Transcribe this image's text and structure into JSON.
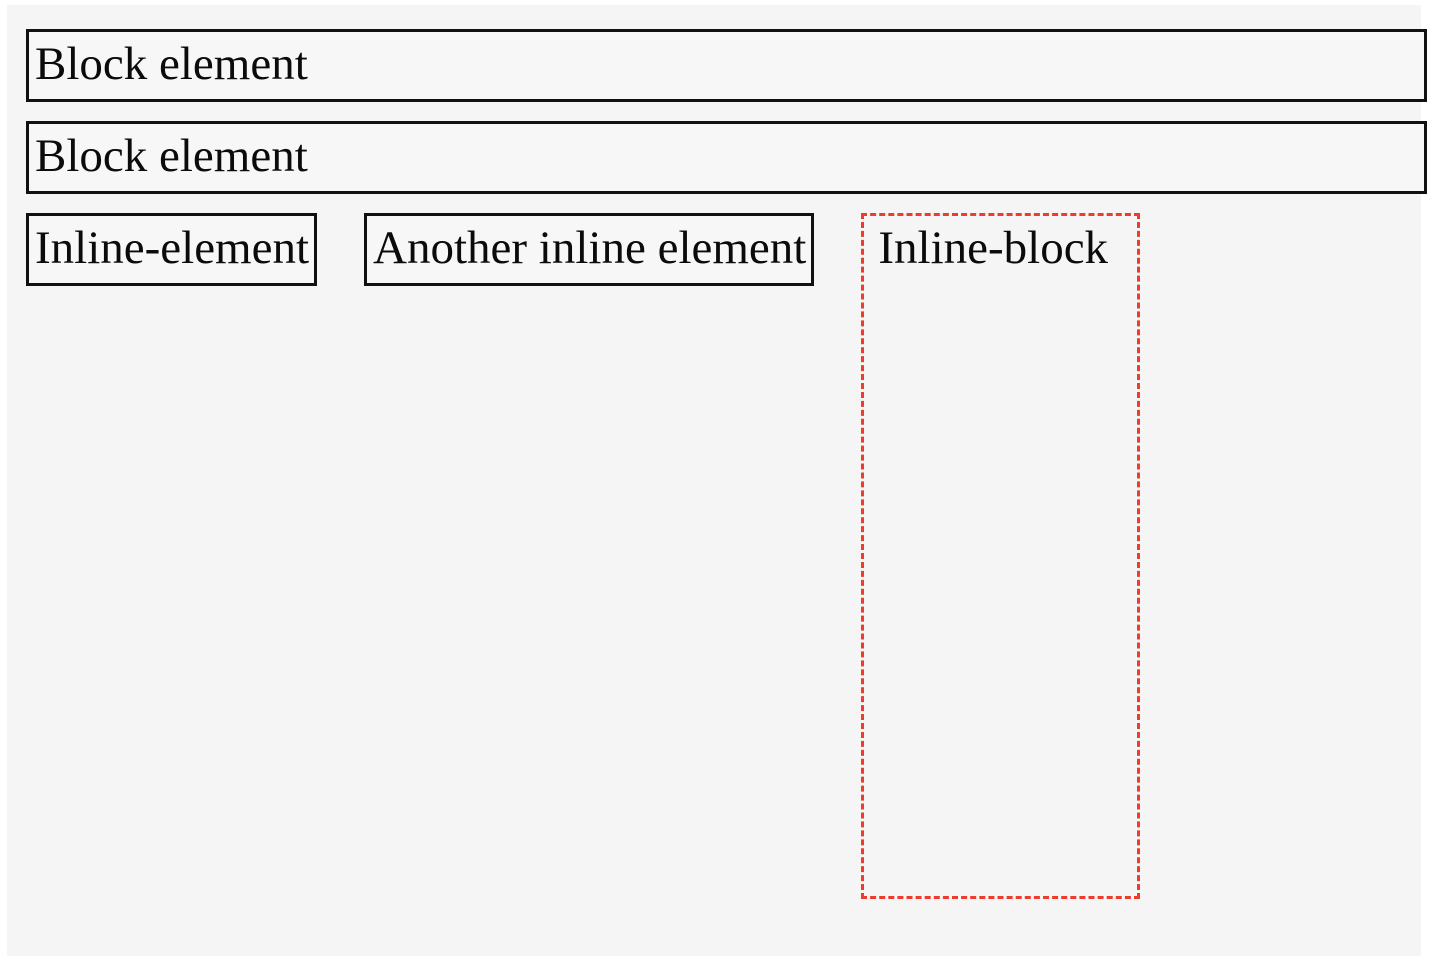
{
  "page": {
    "background_color": "#f5f5f5",
    "frame_color": "#ffffff",
    "text_color": "#0b0b0b",
    "solid_border_color": "#111111",
    "dashed_border_color": "#ef3b2c"
  },
  "demo": {
    "block_elements": [
      {
        "label": "Block element"
      },
      {
        "label": "Block element"
      }
    ],
    "inline_elements": [
      {
        "label": "Inline-element"
      },
      {
        "label": "Another inline element"
      }
    ],
    "inline_block_element": {
      "label": "Inline-block"
    }
  }
}
